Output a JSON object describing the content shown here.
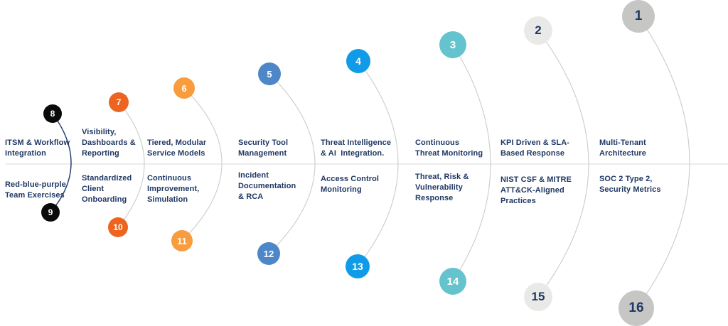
{
  "diagram": {
    "type": "arc-progression-infographic",
    "background_color": "#ffffff",
    "divider_color": "#d9d9d9",
    "default_arc_color": "#cccccc",
    "label_color": "#1f3864",
    "stages": [
      {
        "top_number": "8",
        "bottom_number": "9",
        "circle_color": "#0a0a0a",
        "number_color": "#ffffff",
        "arc_color": "#1f3864",
        "top_label": [
          "ITSM & Workflow",
          "Integration"
        ],
        "bottom_label": [
          "Red-blue-purple",
          "Team Exercises"
        ]
      },
      {
        "top_number": "7",
        "bottom_number": "10",
        "circle_color": "#ed6420",
        "number_color": "#ffffff",
        "arc_color": "#cccccc",
        "top_label": [
          "Visibility,",
          "Dashboards &",
          "Reporting"
        ],
        "bottom_label": [
          "Standardized",
          "Client",
          "Onboarding"
        ]
      },
      {
        "top_number": "6",
        "bottom_number": "11",
        "circle_color": "#f89c3d",
        "number_color": "#ffffff",
        "arc_color": "#cccccc",
        "top_label": [
          "Tiered, Modular",
          "Service Models"
        ],
        "bottom_label": [
          "Continuous",
          "Improvement,",
          "Simulation"
        ]
      },
      {
        "top_number": "5",
        "bottom_number": "12",
        "circle_color": "#4d87c7",
        "number_color": "#ffffff",
        "arc_color": "#cccccc",
        "top_label": [
          "Security Tool",
          "Management"
        ],
        "bottom_label": [
          "Incident",
          "Documentation",
          "& RCA"
        ]
      },
      {
        "top_number": "4",
        "bottom_number": "13",
        "circle_color": "#0f9be8",
        "number_color": "#ffffff",
        "arc_color": "#cccccc",
        "top_label": [
          "Threat Intelligence",
          "& AI  Integration."
        ],
        "bottom_label": [
          "Access Control",
          "Monitoring"
        ]
      },
      {
        "top_number": "3",
        "bottom_number": "14",
        "circle_color": "#64c3cd",
        "number_color": "#ffffff",
        "arc_color": "#cccccc",
        "top_label": [
          "Continuous",
          "Threat Monitoring"
        ],
        "bottom_label": [
          "Threat, Risk &",
          "Vulnerability",
          "Response"
        ]
      },
      {
        "top_number": "2",
        "bottom_number": "15",
        "circle_color": "#e9e9e7",
        "number_color": "#1f3864",
        "arc_color": "#cccccc",
        "top_label": [
          "KPI Driven & SLA-",
          "Based Response"
        ],
        "bottom_label": [
          "NIST CSF & MITRE",
          "ATT&CK-Aligned",
          "Practices"
        ]
      },
      {
        "top_number": "1",
        "bottom_number": "16",
        "circle_color": "#c6c6c4",
        "number_color": "#1f3864",
        "arc_color": "#cccccc",
        "top_label": [
          "Multi-Tenant",
          "Architecture"
        ],
        "bottom_label": [
          "SOC 2 Type 2,",
          "Security Metrics"
        ]
      }
    ]
  }
}
